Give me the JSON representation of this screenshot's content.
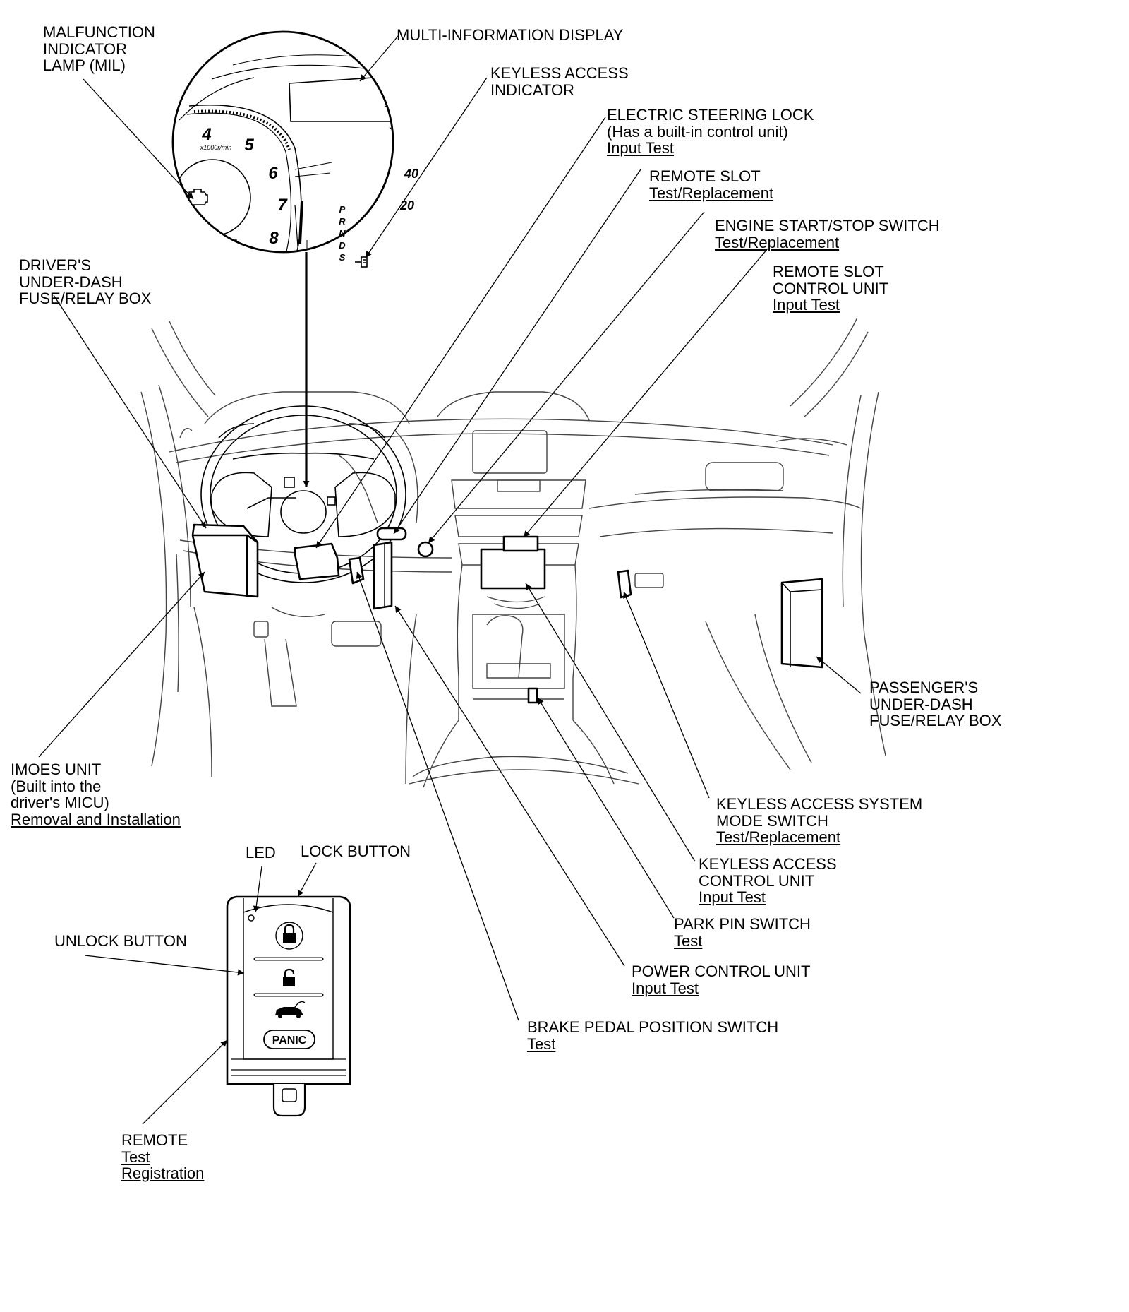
{
  "labels": {
    "mil": [
      "MALFUNCTION",
      "INDICATOR",
      "LAMP (MIL)"
    ],
    "mid": "MULTI-INFORMATION DISPLAY",
    "keyless_indicator": [
      "KEYLESS ACCESS",
      "INDICATOR"
    ],
    "steering_lock": {
      "lines": [
        "ELECTRIC STEERING LOCK",
        "(Has a built-in control unit)"
      ],
      "links": [
        "Input Test"
      ]
    },
    "remote_slot": {
      "lines": [
        "REMOTE SLOT"
      ],
      "links": [
        "Test/Replacement"
      ]
    },
    "start_stop": {
      "lines": [
        "ENGINE START/STOP SWITCH"
      ],
      "links": [
        "Test/Replacement"
      ]
    },
    "remote_slot_cu": {
      "lines": [
        "REMOTE SLOT",
        "CONTROL UNIT"
      ],
      "links": [
        "Input Test"
      ]
    },
    "drivers_fuse": [
      "DRIVER'S",
      "UNDER-DASH",
      "FUSE/RELAY BOX"
    ],
    "passengers_fuse": [
      "PASSENGER'S",
      "UNDER-DASH",
      "FUSE/RELAY BOX"
    ],
    "imoes": {
      "lines": [
        "IMOES UNIT",
        "(Built into the",
        "driver's MICU)"
      ],
      "links": [
        "Removal and Installation"
      ]
    },
    "mode_switch": {
      "lines": [
        "KEYLESS ACCESS SYSTEM",
        "MODE SWITCH"
      ],
      "links": [
        "Test/Replacement"
      ]
    },
    "keyless_cu": {
      "lines": [
        "KEYLESS ACCESS",
        "CONTROL UNIT"
      ],
      "links": [
        "Input Test"
      ]
    },
    "park_pin": {
      "lines": [
        "PARK PIN SWITCH"
      ],
      "links": [
        "Test"
      ]
    },
    "power_cu": {
      "lines": [
        "POWER CONTROL UNIT"
      ],
      "links": [
        "Input Test"
      ]
    },
    "brake_switch": {
      "lines": [
        "BRAKE PEDAL POSITION SWITCH"
      ],
      "links": [
        "Test"
      ]
    },
    "led": "LED",
    "lock_button": "LOCK BUTTON",
    "unlock_button": "UNLOCK BUTTON",
    "remote": {
      "lines": [
        "REMOTE"
      ],
      "links": [
        "Test",
        "Registration"
      ]
    }
  },
  "gauge": {
    "tach_numbers": [
      "4",
      "5",
      "6",
      "7",
      "8"
    ],
    "tach_unit": "x1000r/min",
    "speed_numbers": [
      "40",
      "20"
    ],
    "gear_letters": [
      "P",
      "R",
      "N",
      "D",
      "S"
    ]
  },
  "remote_fob": {
    "panic_label": "PANIC"
  }
}
